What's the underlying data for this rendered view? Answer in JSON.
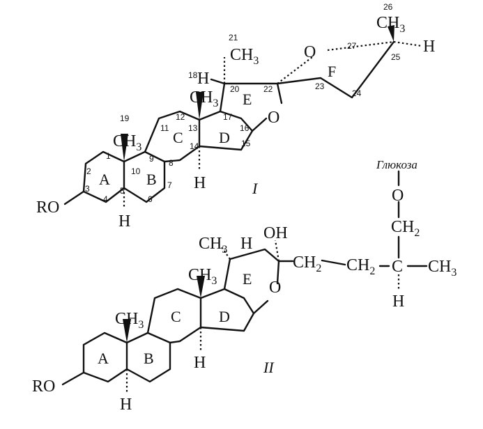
{
  "structure_I": {
    "label": "I",
    "atoms": {
      "ro": "RO",
      "h5": "H",
      "h14": "H",
      "ch3_19": "CH",
      "ch3_19_sub": "3",
      "ch3_18": "CH",
      "ch3_18_sub": "3",
      "h20": "H",
      "ch3_21": "CH",
      "ch3_21_sub": "3",
      "o16": "O",
      "o27": "O",
      "ch3_26": "CH",
      "ch3_26_sub": "3",
      "h25": "H"
    },
    "rings": [
      "A",
      "B",
      "C",
      "D",
      "E",
      "F"
    ],
    "numbers": [
      "1",
      "2",
      "3",
      "4",
      "5",
      "6",
      "7",
      "8",
      "9",
      "10",
      "11",
      "12",
      "13",
      "14",
      "15",
      "16",
      "17",
      "18",
      "19",
      "20",
      "21",
      "22",
      "23",
      "24",
      "25",
      "26",
      "27"
    ]
  },
  "structure_II": {
    "label": "II",
    "atoms": {
      "ro": "RO",
      "h5": "H",
      "h14": "H",
      "ch3_19": "CH",
      "ch3_19_sub": "3",
      "ch3_18": "CH",
      "ch3_18_sub": "3",
      "ch3_21": "CH",
      "ch3_21_sub": "3",
      "h20": "H",
      "oh": "OH",
      "o_ring": "O",
      "ch2_a": "CH",
      "ch2_a_sub": "2",
      "ch2_b": "CH",
      "ch2_b_sub": "2",
      "c25": "C",
      "ch3_end": "CH",
      "ch3_end_sub": "3",
      "h25": "H",
      "o_gluc": "O",
      "ch2_top": "CH",
      "ch2_top_sub": "2",
      "glucose": "Глюкоза"
    },
    "rings": [
      "A",
      "B",
      "C",
      "D",
      "E"
    ]
  }
}
